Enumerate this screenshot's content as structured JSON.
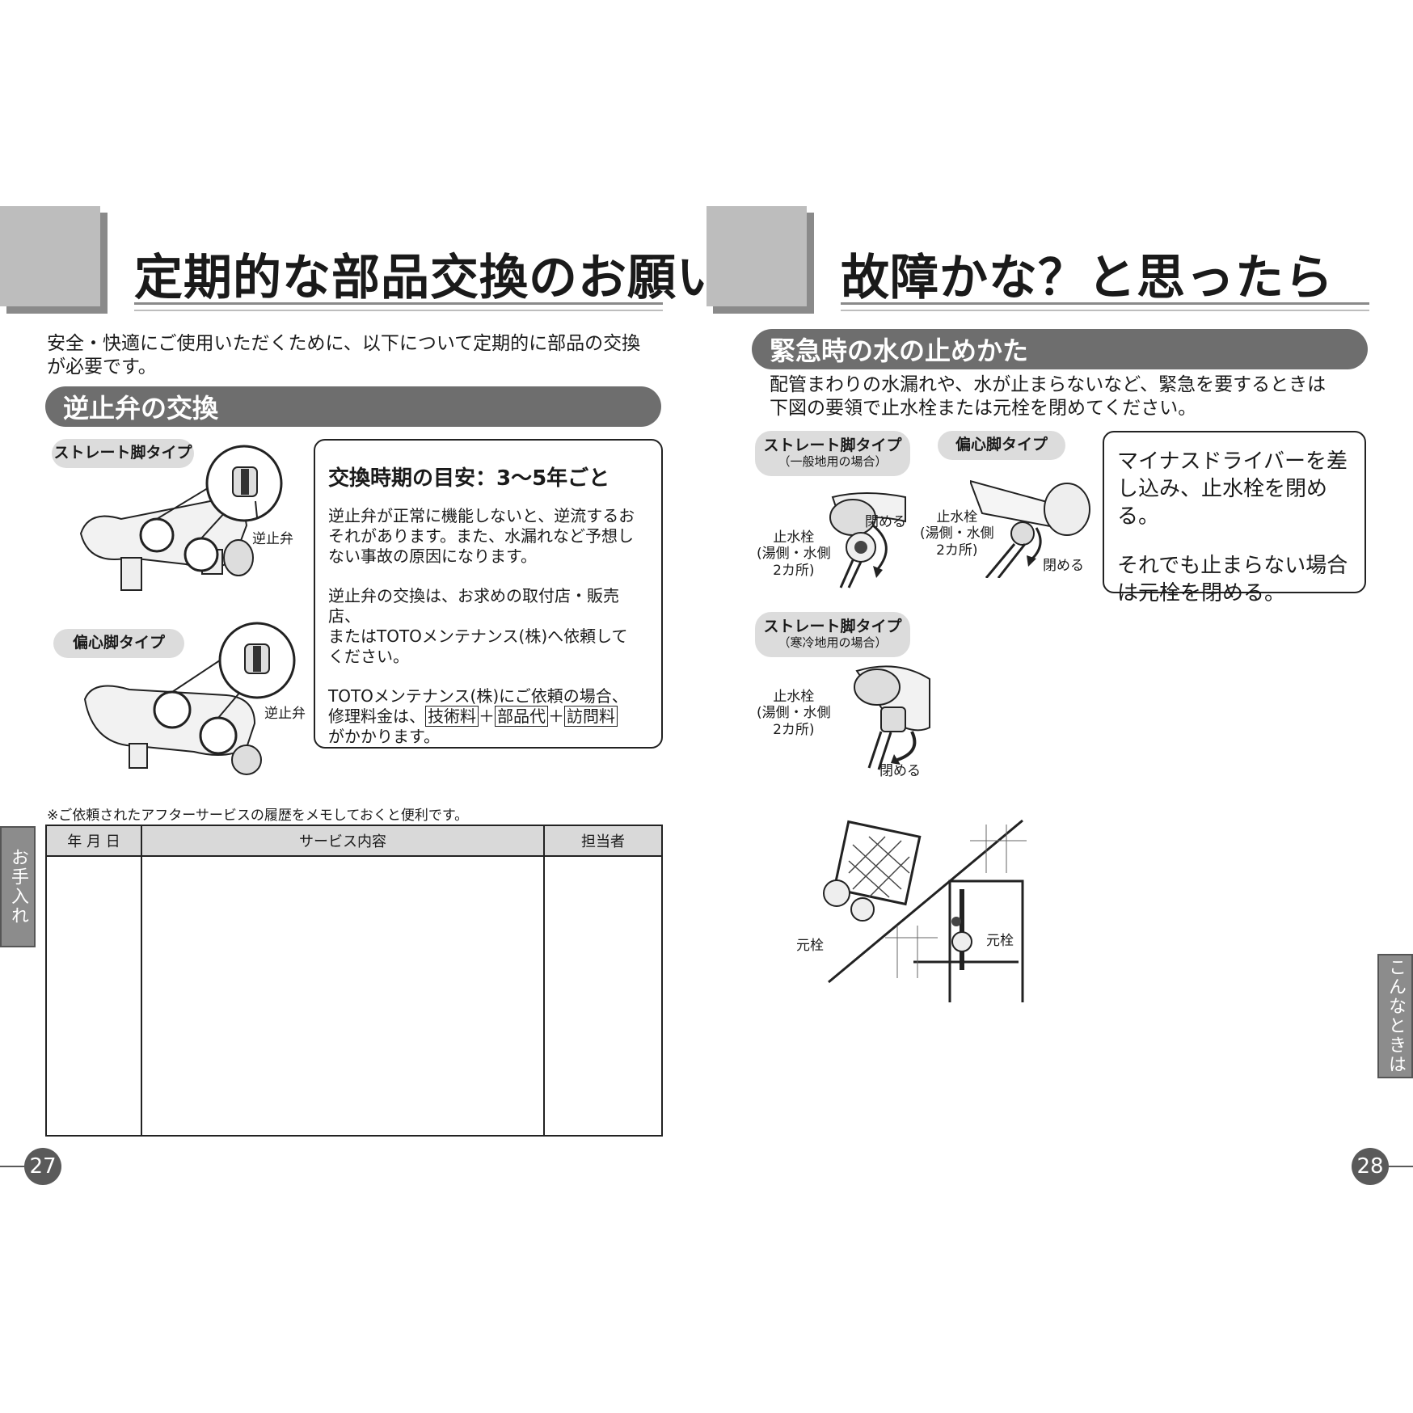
{
  "left": {
    "title": "定期的な部品交換のお願い",
    "intro_line1": "安全・快適にご使用いただくために、以下について定期的に部品の交換",
    "intro_line2": "が必要です。",
    "section_title": "逆止弁の交換",
    "tag_straight": "ストレート脚タイプ",
    "tag_offset": "偏心脚タイプ",
    "valve_label": "逆止弁",
    "box": {
      "heading": "交換時期の目安：3～5年ごと",
      "p1_line1": "逆止弁が正常に機能しないと、逆流するお",
      "p1_line2": "それがあります。また、水漏れなど予想し",
      "p1_line3": "ない事故の原因になります。",
      "p2_line1": "逆止弁の交換は、お求めの取付店・販売店、",
      "p2_line2": "またはTOTOメンテナンス(株)へ依頼して",
      "p2_line3": "ください。",
      "p3_line1": "TOTOメンテナンス(株)にご依頼の場合、",
      "p3_prefix": "修理料金は、",
      "fee1": "技術料",
      "plus": "＋",
      "fee2": "部品代",
      "fee3": "訪問料",
      "p3_line3": "がかかります。"
    },
    "memo_note": "※ご依頼されたアフターサービスの履歴をメモしておくと便利です。",
    "table_headers": [
      "年 月 日",
      "サービス内容",
      "担当者"
    ],
    "side_tab": "お手入れ",
    "page_number": "27"
  },
  "right": {
    "title": "故障かな？と思ったら",
    "section_title": "緊急時の水の止めかた",
    "intro_line1": "配管まわりの水漏れや、水が止まらないなど、緊急を要するときは",
    "intro_line2": "下図の要領で止水栓または元栓を閉めてください。",
    "tag_straight_general": "ストレート脚タイプ",
    "tag_straight_general_sub": "（一般地用の場合）",
    "tag_offset": "偏心脚タイプ",
    "tag_straight_cold": "ストレート脚タイプ",
    "tag_straight_cold_sub": "（寒冷地用の場合）",
    "stop_label_1": "止水栓",
    "stop_label_2": "(湯側・水側",
    "stop_label_3": "2カ所)",
    "close_label": "閉める",
    "box_line1": "マイナスドライバーを差",
    "box_line2": "し込み、止水栓を閉める。",
    "box_line3": "それでも止まらない場合",
    "box_line4": "は元栓を閉める。",
    "main_valve_label": "元栓",
    "side_tab": "こんなときは",
    "page_number": "28"
  }
}
